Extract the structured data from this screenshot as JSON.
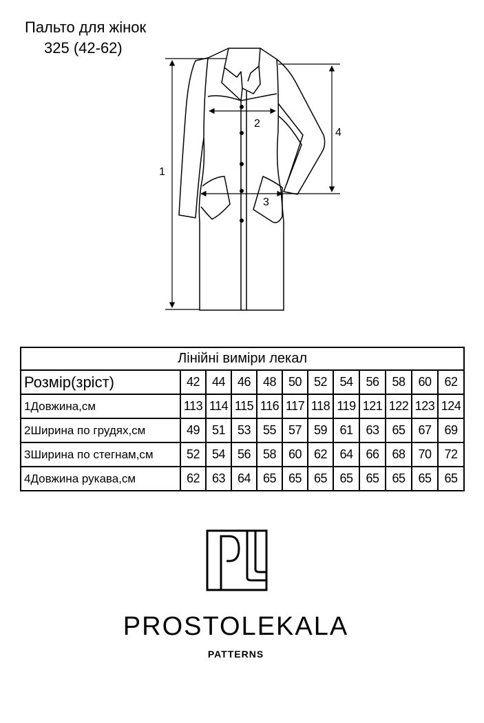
{
  "header": {
    "title": "Пальто для жінок",
    "subtitle": "325 (42-62)"
  },
  "sketch": {
    "labels": [
      "1",
      "2",
      "3",
      "4"
    ]
  },
  "table": {
    "caption": "Лінійні виміри лекал",
    "header_label": "Розмір(зріст)",
    "sizes": [
      "42",
      "44",
      "46",
      "48",
      "50",
      "52",
      "54",
      "56",
      "58",
      "60",
      "62"
    ],
    "rows": [
      {
        "label": "1Довжина,см",
        "values": [
          "113",
          "114",
          "115",
          "116",
          "117",
          "118",
          "119",
          "121",
          "122",
          "123",
          "124"
        ]
      },
      {
        "label": "2Ширина по грудях,см",
        "values": [
          "49",
          "51",
          "53",
          "55",
          "57",
          "59",
          "61",
          "63",
          "65",
          "67",
          "69"
        ]
      },
      {
        "label": "3Ширина по стегнам,см",
        "values": [
          "52",
          "54",
          "56",
          "58",
          "60",
          "62",
          "64",
          "66",
          "68",
          "70",
          "72"
        ]
      },
      {
        "label": "4Довжина рукава,см",
        "values": [
          "62",
          "63",
          "64",
          "65",
          "65",
          "65",
          "65",
          "65",
          "65",
          "65",
          "65"
        ]
      }
    ]
  },
  "logo": {
    "icon": "pl-monogram-icon",
    "brand": "PROSTOLEKALA",
    "sub": "PATTERNS"
  }
}
